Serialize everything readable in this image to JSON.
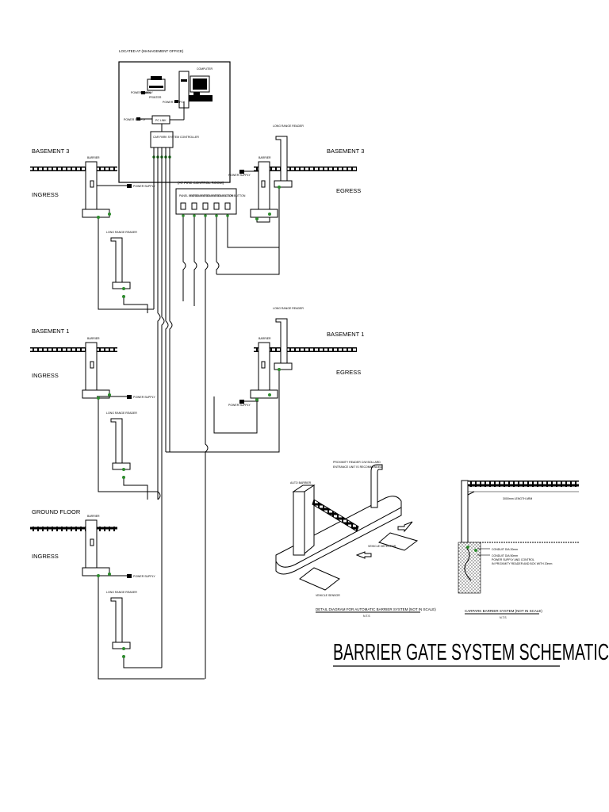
{
  "management_office": {
    "header": "LOCATED AT (MANAGEMENT OFFICE)",
    "power_supply_1": "POWER SUPPLY",
    "printer": "PRINTER",
    "power_supply_2": "POWER SUPPLY",
    "computer": "COMPUTER",
    "power_supply_3": "POWER SUPPLY",
    "pc_link": "PC LINK",
    "controller": "CAR PARK SYSTEM CONTROLLER"
  },
  "fire_control": {
    "header": "(AT FIRE CONTROL ROOM)",
    "buttons": [
      "PANEL BUTTON",
      "PANEL BUTTON",
      "PANEL BUTTON",
      "PANEL BUTTON",
      "FLOOR BUTTON"
    ]
  },
  "floors": [
    {
      "name": "BASEMENT 3",
      "direction": "INGRESS"
    },
    {
      "name": "BASEMENT 3",
      "direction": "EGRESS"
    },
    {
      "name": "BASEMENT 1",
      "direction": "INGRESS"
    },
    {
      "name": "BASEMENT 1",
      "direction": "EGRESS"
    },
    {
      "name": "GROUND FLOOR",
      "direction": "INGRESS"
    }
  ],
  "device_labels": {
    "barrier": "BARRIER",
    "power_supply": "POWER SUPPLY",
    "long_range_reader": "LONG RANGE READER"
  },
  "detail_left": {
    "callout_1": "PROXIMITY READER C/W BOLLARD",
    "callout_2": "ENTRANCE UNIT IS RECOMMENDED",
    "callout_3": "AUTO BARRIER",
    "callout_4": "VEHICLE DETECTOR",
    "callout_5": "VEHICLE SENSOR",
    "caption": "DETAIL DIAGRAM FOR AUTOMATIC BARRIER SYSTEM (NOT IN SCALE)",
    "scale": "N.T.S"
  },
  "detail_right": {
    "boom": "3000mm LENGTH ARM",
    "callout_1": "CONDUIT DIA 20mm",
    "callout_2": "CONDUIT DIA 50mm",
    "callout_3": "POWER SUPPLY AND CONTROL",
    "callout_4": "IN PROXIMITY READER AND BOX WITH 20mm",
    "caption": "CARPARK BARRIER SYSTEM (NOT IN SCALE)",
    "scale": "N.T.S"
  },
  "title": "BARRIER GATE SYSTEM SCHEMATIC DIAGRAM"
}
